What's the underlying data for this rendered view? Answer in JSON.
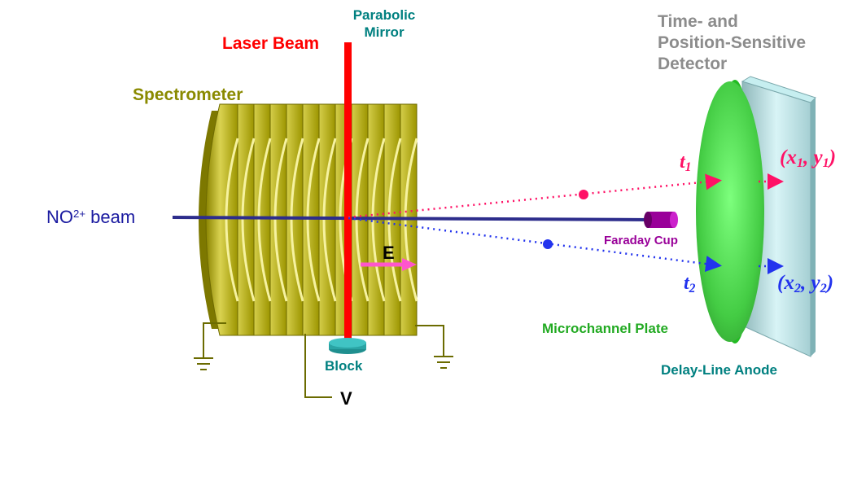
{
  "labels": {
    "parabolic_mirror_line1": "Parabolic",
    "parabolic_mirror_line2": "Mirror",
    "laser_beam": "Laser Beam",
    "spectrometer": "Spectrometer",
    "detector_line1": "Time- and",
    "detector_line2": "Position-Sensitive",
    "detector_line3": "Detector",
    "beam_prefix": "NO",
    "beam_charge": "2+",
    "beam_suffix": " beam",
    "field": "E",
    "faraday_cup": "Faraday Cup",
    "block": "Block",
    "voltage": "V",
    "microchannel_plate": "Microchannel Plate",
    "delay_line_anode": "Delay-Line Anode",
    "t1_letter": "t",
    "t1_index": "1",
    "t2_letter": "t",
    "t2_index": "2",
    "coord1_open": "(",
    "coord1_x": "x",
    "coord1_xi": "1",
    "coord1_sep": ", ",
    "coord1_y": "y",
    "coord1_yi": "1",
    "coord1_close": ")",
    "coord2_open": "(",
    "coord2_x": "x",
    "coord2_xi": "2",
    "coord2_sep": ", ",
    "coord2_y": "y",
    "coord2_yi": "2",
    "coord2_close": ")"
  },
  "colors": {
    "laser": "#ff0000",
    "mirror_text": "#008080",
    "spectrometer": "#b8b000",
    "spectrometer_text": "#8a8a00",
    "detector_text": "#8c8c8c",
    "ion_beam": "#2d2d8c",
    "beam_text": "#1a1aa0",
    "field_arrow": "#ff55cc",
    "faraday": "#990099",
    "path1": "#ff1166",
    "path2": "#2233ee",
    "mcp": "#33cc33",
    "anode": "#a8e6ee",
    "ground_wire": "#6b6b00"
  }
}
